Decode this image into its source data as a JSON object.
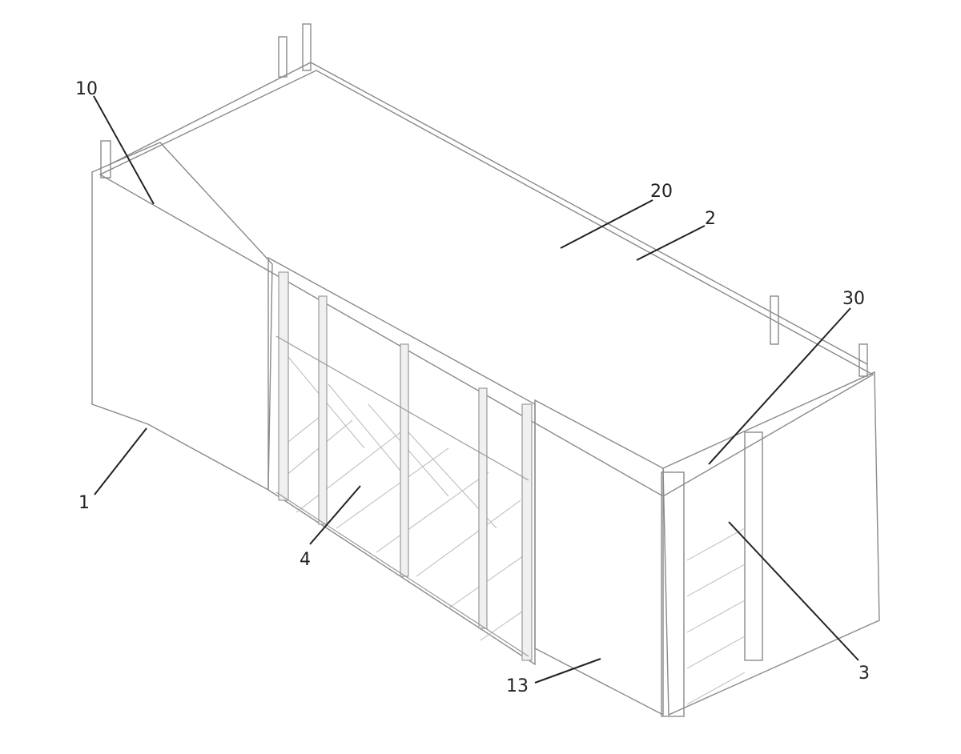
{
  "reference_numerals": [
    {
      "id": "1",
      "text": "1"
    },
    {
      "id": "10",
      "text": "10"
    },
    {
      "id": "20",
      "text": "20"
    },
    {
      "id": "2",
      "text": "2"
    },
    {
      "id": "30",
      "text": "30"
    },
    {
      "id": "4",
      "text": "4"
    },
    {
      "id": "13",
      "text": "13"
    },
    {
      "id": "3",
      "text": "3"
    }
  ],
  "colors": {
    "line": "#222222",
    "drawing": "#8a8a8a",
    "fill": "#e4e4e4"
  }
}
